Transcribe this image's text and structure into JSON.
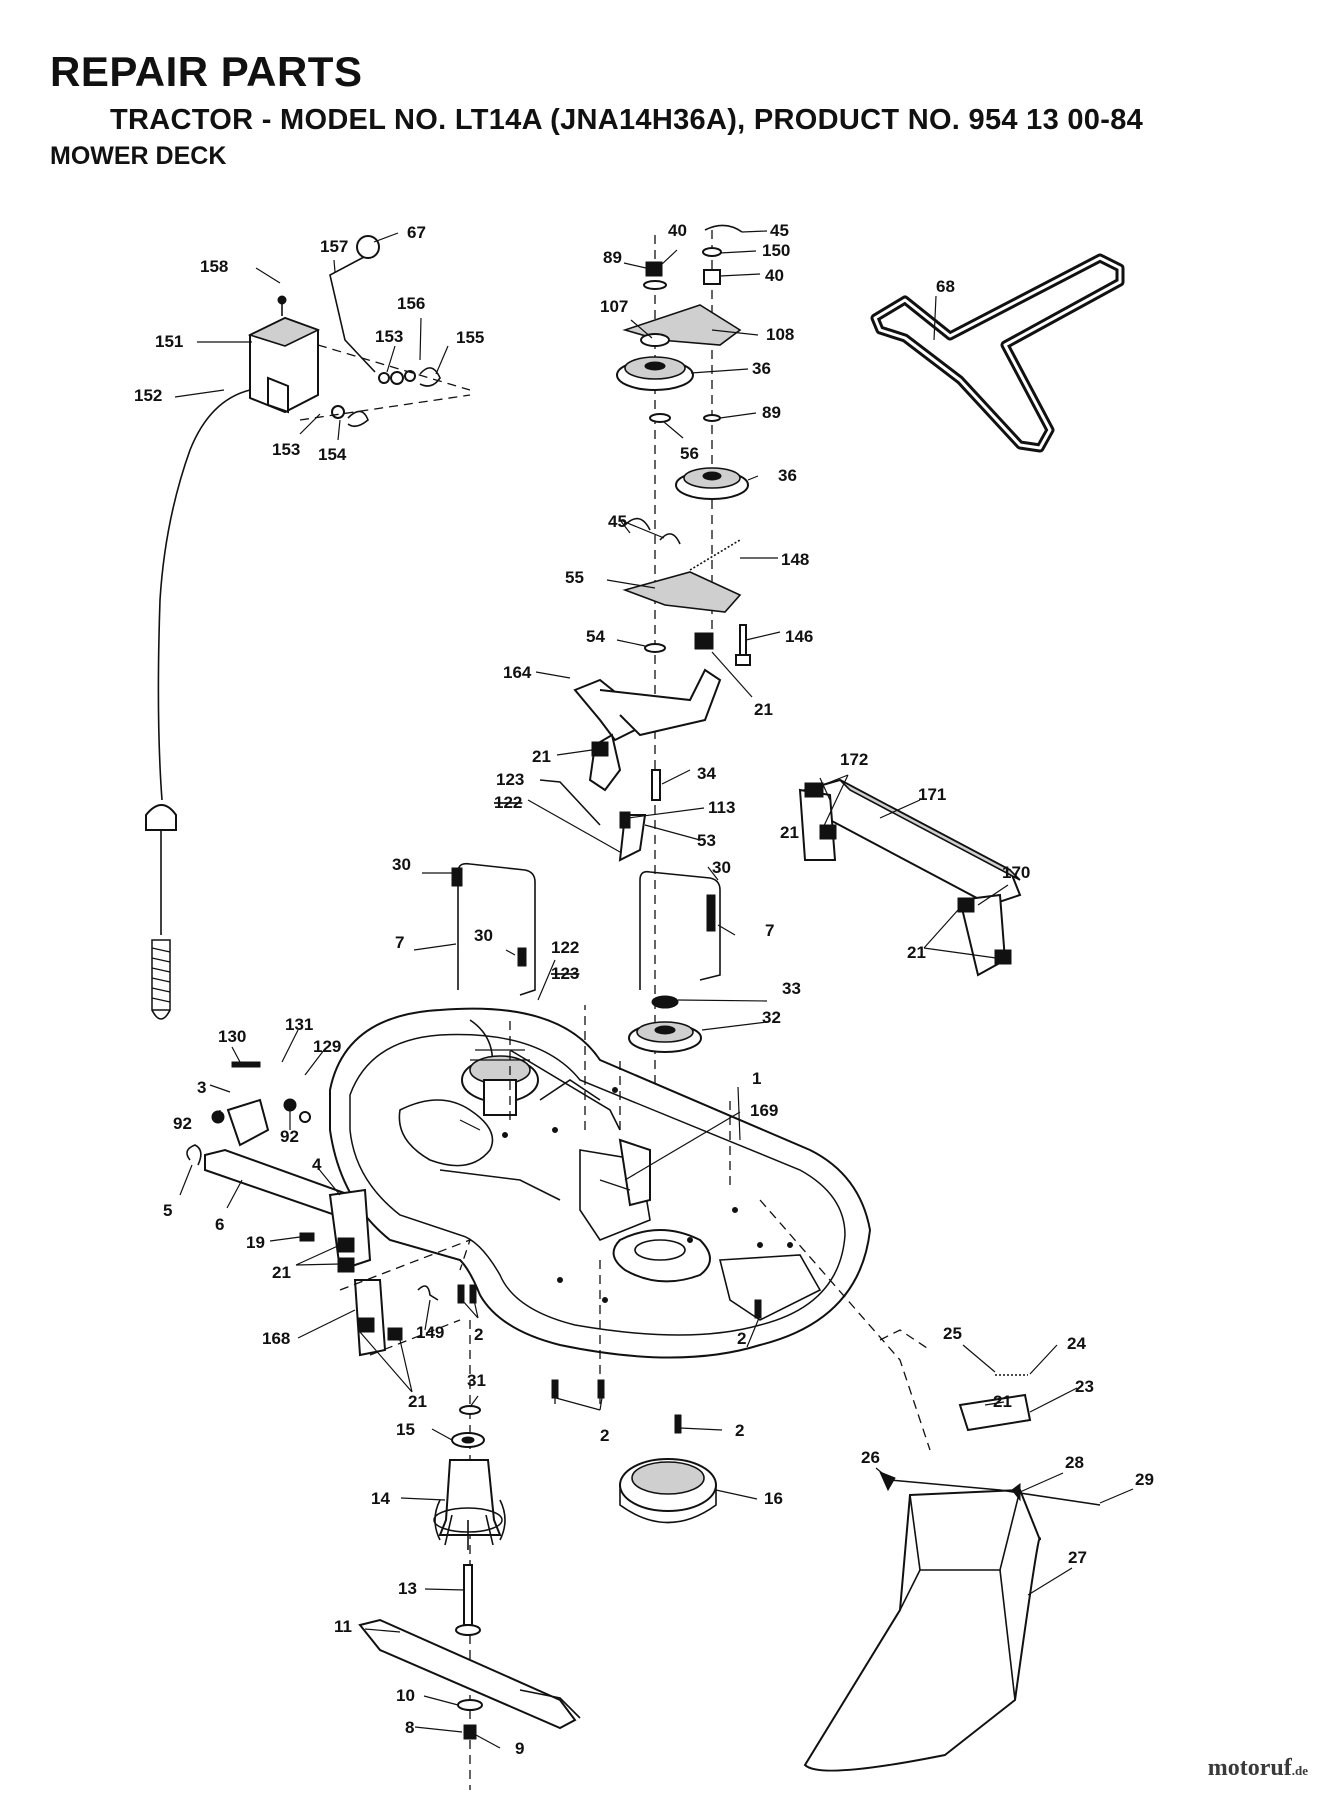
{
  "header": {
    "title": "REPAIR PARTS",
    "subtitle": "TRACTOR - MODEL NO. LT14A (JNA14H36A), PRODUCT NO. 954 13 00-84",
    "section": "MOWER DECK"
  },
  "watermark": {
    "text": "motoruf",
    "suffix": ".de"
  },
  "callouts": {
    "c67": "67",
    "c157": "157",
    "c158": "158",
    "c151": "151",
    "c156": "156",
    "c153a": "153",
    "c155": "155",
    "c152": "152",
    "c153b": "153",
    "c154": "154",
    "c40a": "40",
    "c45a": "45",
    "c89a": "89",
    "c150": "150",
    "c40b": "40",
    "c107": "107",
    "c108": "108",
    "c36a": "36",
    "c89b": "89",
    "c56": "56",
    "c36b": "36",
    "c68": "68",
    "c45b": "45",
    "c148": "148",
    "c55": "55",
    "c54": "54",
    "c146": "146",
    "c164": "164",
    "c21a": "21",
    "c21b": "21",
    "c34": "34",
    "c123a": "123",
    "c122a": "122",
    "c113": "113",
    "c53": "53",
    "c172": "172",
    "c171": "171",
    "c21c": "21",
    "c170": "170",
    "c21d": "21",
    "c30a": "30",
    "c30b": "30",
    "c30c": "30",
    "c7a": "7",
    "c7b": "7",
    "c122b": "122",
    "c123b": "123",
    "c33": "33",
    "c32": "32",
    "c1": "1",
    "c169": "169",
    "c130": "130",
    "c131": "131",
    "c129": "129",
    "c3": "3",
    "c92a": "92",
    "c92b": "92",
    "c4": "4",
    "c5": "5",
    "c6": "6",
    "c19": "19",
    "c21e": "21",
    "c168": "168",
    "c149": "149",
    "c2a": "2",
    "c21f": "21",
    "c2b": "2",
    "c31": "31",
    "c15": "15",
    "c2c": "2",
    "c2d": "2",
    "c14": "14",
    "c16": "16",
    "c13": "13",
    "c11": "11",
    "c10": "10",
    "c8": "8",
    "c9": "9",
    "c25": "25",
    "c24": "24",
    "c21g": "21",
    "c23": "23",
    "c26": "26",
    "c28": "28",
    "c29": "29",
    "c27": "27"
  }
}
